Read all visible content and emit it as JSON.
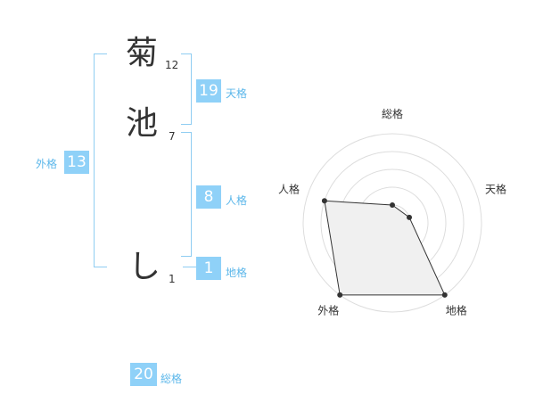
{
  "name": {
    "chars": [
      {
        "char": "菊",
        "strokes": "12"
      },
      {
        "char": "池",
        "strokes": "7"
      },
      {
        "char": "し",
        "strokes": "1"
      }
    ]
  },
  "fortune": {
    "tenkaku": {
      "label": "天格",
      "value": "19"
    },
    "jinkaku": {
      "label": "人格",
      "value": "8"
    },
    "chikaku": {
      "label": "地格",
      "value": "1"
    },
    "gaikaku": {
      "label": "外格",
      "value": "13"
    },
    "soukaku": {
      "label": "総格",
      "value": "20"
    }
  },
  "colors": {
    "accent": "#8fd1f8",
    "bracket": "#8fcdf2",
    "label": "#5cb7ea"
  },
  "chart_data": {
    "type": "radar",
    "axes": [
      "総格",
      "天格",
      "地格",
      "外格",
      "人格"
    ],
    "values": [
      1,
      1,
      5,
      5,
      4
    ],
    "rings": 5,
    "max": 5
  }
}
